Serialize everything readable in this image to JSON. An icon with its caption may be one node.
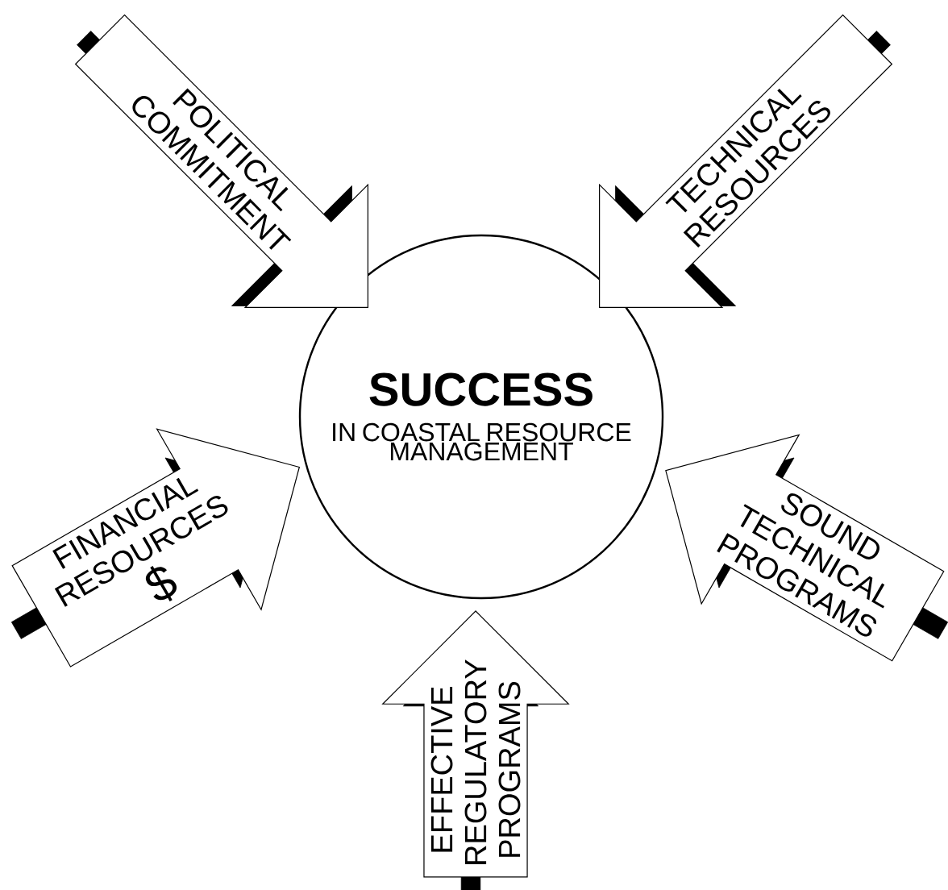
{
  "diagram": {
    "nodes": [
      {
        "text": [
          "SUCCESS",
          "IN COASTAL RESOURCE MANAGEMENT"
        ]
      },
      {
        "text": [
          "POLITICAL COMMITMENT"
        ]
      },
      {
        "text": [
          "TECHNICAL RESOURCES"
        ]
      },
      {
        "text": [
          "FINANCIAL RESOURCES",
          "$"
        ]
      },
      {
        "text": [
          "SOUND TECHNICAL PROGRAMS"
        ]
      },
      {
        "text": [
          "EFFECTIVE REGULATORY PROGRAMS"
        ]
      }
    ]
  }
}
